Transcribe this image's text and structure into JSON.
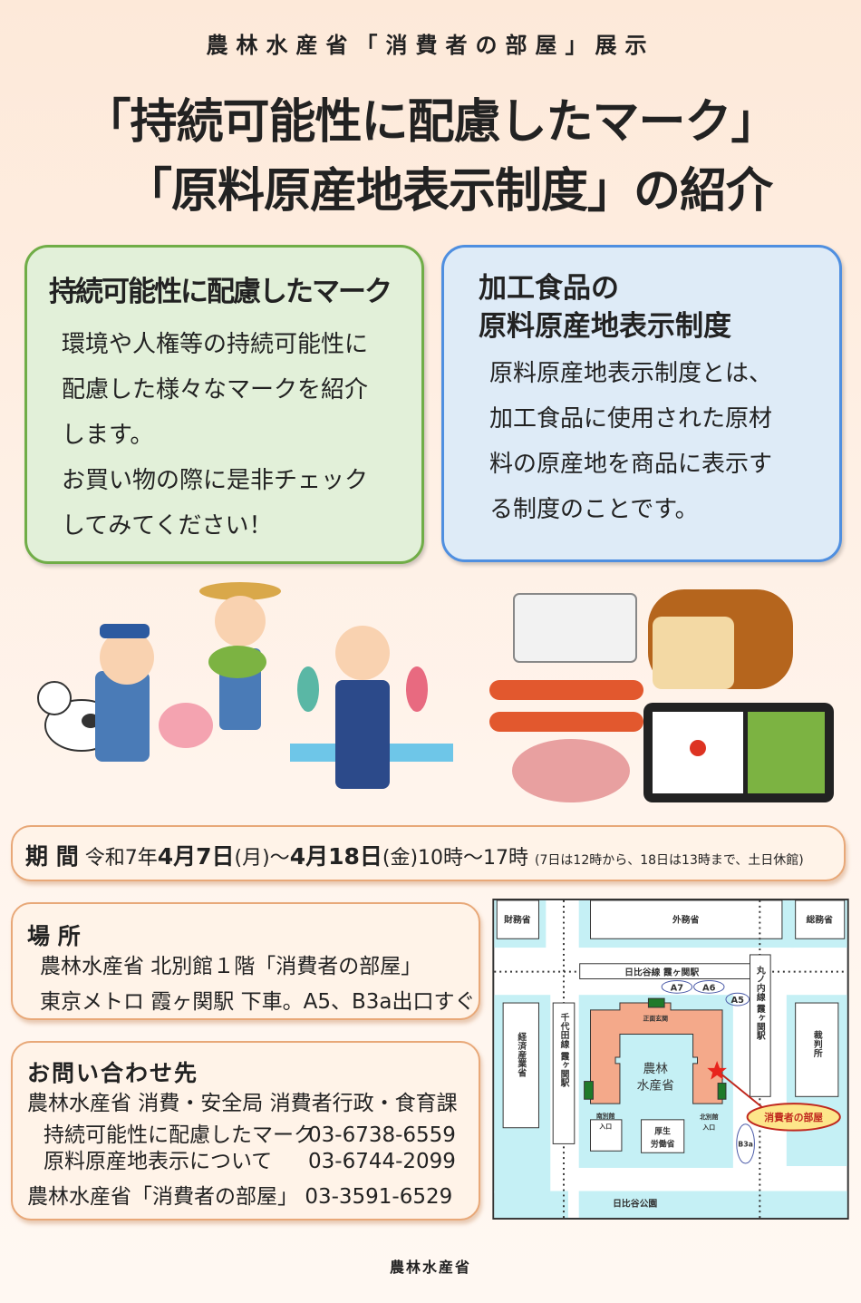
{
  "header": {
    "subtitle": "農林水産省「消費者の部屋」展示",
    "title_line1": "「持続可能性に配慮したマーク」",
    "title_line2": "「原料原産地表示制度」の紹介"
  },
  "green_box": {
    "heading": "持続可能性に配慮したマーク",
    "lines": [
      "環境や人権等の持続可能性に",
      "配慮した様々なマークを紹介",
      "します。",
      "お買い物の際に是非チェック",
      "してみてください！"
    ]
  },
  "blue_box": {
    "heading_line1": "加工食品の",
    "heading_line2": "原料原産地表示制度",
    "lines": [
      "原料原産地表示制度とは、",
      "加工食品に使用された原材",
      "料の原産地を商品に表示す",
      "る制度のことです。"
    ]
  },
  "period": {
    "label": "期 間",
    "date_prefix": "令和7年",
    "start_md": "4月7日",
    "start_dow": "(月)～",
    "end_md": "4月18日",
    "end_dow": "(金)",
    "hours": "10時～17時",
    "note": "(7日は12時から、18日は13時まで、土日休館)"
  },
  "place": {
    "label": "場 所",
    "line1": "農林水産省 北別館１階「消費者の部屋」",
    "line2": "東京メトロ 霞ヶ関駅 下車。A5、B3a出口すぐ"
  },
  "contact": {
    "label": "お問い合わせ先",
    "dept": "農林水産省 消費・安全局 消費者行政・食育課",
    "rows": [
      {
        "label": "持続可能性に配慮したマーク",
        "phone": "03-6738-6559"
      },
      {
        "label": "原料原産地表示について",
        "phone": "03-6744-2099"
      }
    ],
    "room_label": "農林水産省「消費者の部屋」",
    "room_phone": "03-3591-6529"
  },
  "map": {
    "mof": "財務省",
    "mofa": "外務省",
    "mic": "総務省",
    "hibiya_line": "日比谷線 霞ヶ関駅",
    "marunouchi": "丸ノ内線 霞ヶ関駅",
    "chiyoda": "千代田線 霞ヶ関駅",
    "meti": "経済産業省",
    "court": "裁判所",
    "maff1": "農林",
    "maff2": "水産省",
    "main_entrance": "正面玄関",
    "south_entrance1": "南別館",
    "south_entrance2": "入口",
    "north_entrance1": "北別館",
    "north_entrance2": "入口",
    "mhlw1": "厚生",
    "mhlw2": "労働省",
    "exits": [
      "A7",
      "A6",
      "A5",
      "B3a"
    ],
    "room": "消費者の部屋",
    "park": "日比谷公園",
    "colors": {
      "block": "#c5f0f5",
      "building": "#f4a98a",
      "entrance": "#1f7a2a",
      "star": "#e8241c",
      "callout": "#fde68a"
    }
  },
  "footer": "農林水産省"
}
